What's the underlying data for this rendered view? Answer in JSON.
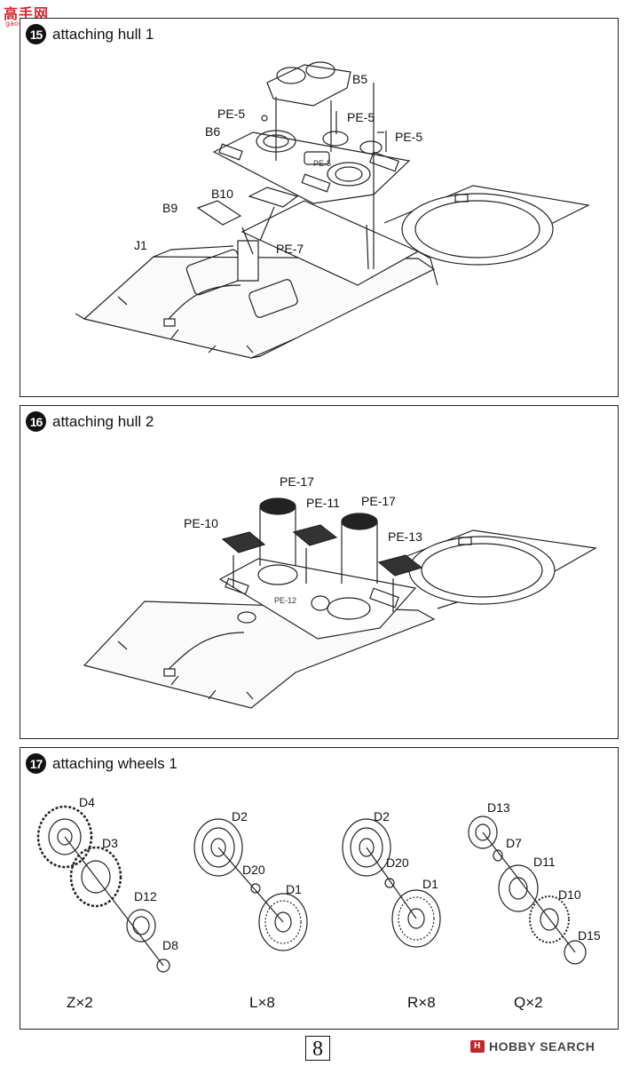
{
  "watermark": {
    "logo": "高手网",
    "url": "gao-shou.com"
  },
  "steps": [
    {
      "number": "15",
      "title": "attaching hull 1",
      "labels": [
        "B5",
        "PE-5",
        "PE-5",
        "B6",
        "PE-5",
        "PE-5",
        "B10",
        "B9",
        "PE-7",
        "J1"
      ]
    },
    {
      "number": "16",
      "title": "attaching hull 2",
      "labels": [
        "PE-17",
        "PE-11",
        "PE-17",
        "PE-10",
        "PE-13",
        "PE-12"
      ]
    },
    {
      "number": "17",
      "title": "attaching wheels 1",
      "groups": [
        {
          "parts": [
            "D4",
            "D3",
            "D12",
            "D8"
          ],
          "quantity": "Z×2"
        },
        {
          "parts": [
            "D2",
            "D20",
            "D1"
          ],
          "quantity": "L×8"
        },
        {
          "parts": [
            "D2",
            "D20",
            "D1"
          ],
          "quantity": "R×8"
        },
        {
          "parts": [
            "D13",
            "D7",
            "D11",
            "D10",
            "D15"
          ],
          "quantity": "Q×2"
        }
      ]
    }
  ],
  "footer": {
    "page_number": "8",
    "brand": "HOBBY SEARCH",
    "brand_icon": "H"
  }
}
